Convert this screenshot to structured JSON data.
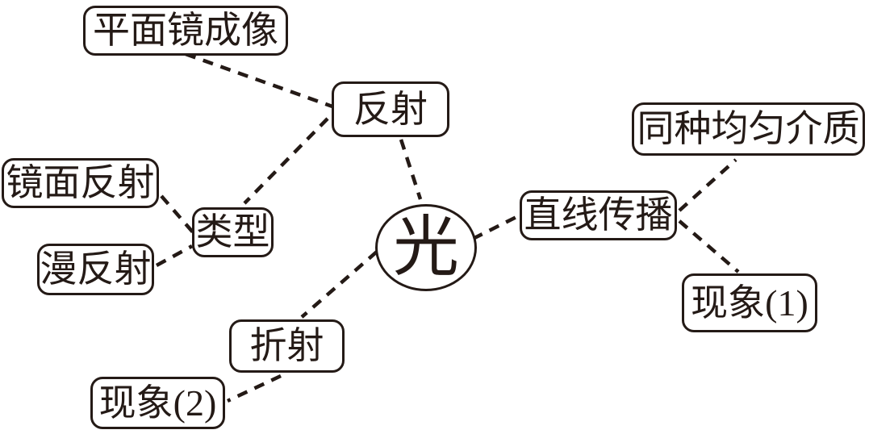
{
  "diagram": {
    "type": "concept-map",
    "topic": "光",
    "colors": {
      "ink": "#241a16",
      "background": "#ffffff"
    },
    "center": {
      "id": "light",
      "label": "光",
      "shape": "circle"
    },
    "nodes": [
      {
        "id": "plane-mirror-imaging",
        "label": "平面镜成像"
      },
      {
        "id": "reflection",
        "label": "反射"
      },
      {
        "id": "specular-reflection",
        "label": "镜面反射"
      },
      {
        "id": "diffuse-reflection",
        "label": "漫反射"
      },
      {
        "id": "type",
        "label": "类型"
      },
      {
        "id": "refraction",
        "label": "折射"
      },
      {
        "id": "phenomenon-2",
        "label": "现象(2)"
      },
      {
        "id": "straight-line-propagation",
        "label": "直线传播"
      },
      {
        "id": "same-homogeneous-medium",
        "label": "同种均匀介质"
      },
      {
        "id": "phenomenon-1",
        "label": "现象(1)"
      }
    ],
    "edges": [
      {
        "from": "plane-mirror-imaging",
        "to": "reflection",
        "style": "dashed"
      },
      {
        "from": "reflection",
        "to": "type",
        "style": "dashed"
      },
      {
        "from": "reflection",
        "to": "light",
        "style": "dashed"
      },
      {
        "from": "specular-reflection",
        "to": "type",
        "style": "dashed"
      },
      {
        "from": "diffuse-reflection",
        "to": "type",
        "style": "dashed"
      },
      {
        "from": "light",
        "to": "refraction",
        "style": "dashed"
      },
      {
        "from": "refraction",
        "to": "phenomenon-2",
        "style": "dashed"
      },
      {
        "from": "light",
        "to": "straight-line-propagation",
        "style": "dashed"
      },
      {
        "from": "straight-line-propagation",
        "to": "same-homogeneous-medium",
        "style": "dashed"
      },
      {
        "from": "straight-line-propagation",
        "to": "phenomenon-1",
        "style": "dashed"
      }
    ]
  }
}
